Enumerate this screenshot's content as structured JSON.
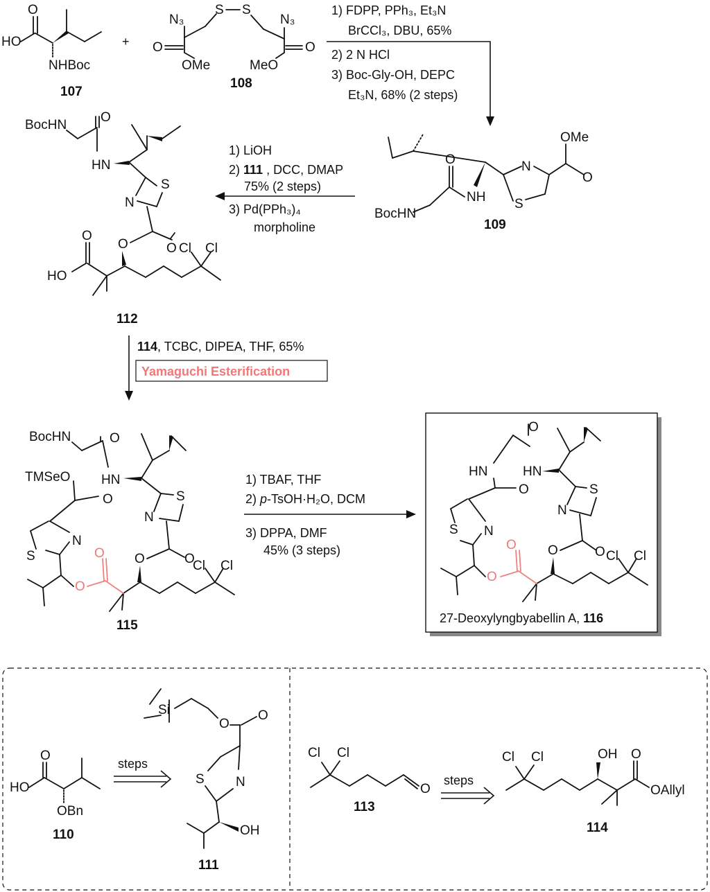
{
  "compounds": {
    "c107": "107",
    "c108": "108",
    "c109": "109",
    "c110": "110",
    "c111": "111",
    "c112": "112",
    "c113": "113",
    "c114": "114",
    "c115": "115",
    "c116": "116"
  },
  "plus": "+",
  "step1": {
    "l1": "1) FDPP, PPh₃, Et₃N",
    "l2": "BrCCl₃, DBU, 65%",
    "l3": "2) 2 N HCl",
    "l4": "3) Boc-Gly-OH, DEPC",
    "l5": "Et₃N, 68% (2 steps)"
  },
  "step2": {
    "l1": "1) LiOH",
    "l2_pre": "2) ",
    "l2_bold": "111",
    "l2_post": " , DCC, DMAP",
    "l3": "75% (2 steps)",
    "l4": "3) Pd(PPh₃)₄",
    "l5": "morpholine"
  },
  "step3": {
    "reagent_bold": "114",
    "reagent_rest": ", TCBC, DIPEA, THF, 65%",
    "name_label": "Yamaguchi Esterification",
    "name_color": "#f07878"
  },
  "step4": {
    "l1": "1) TBAF, THF",
    "l2_italic": "p",
    "l2_rest": "-TsOH·H₂O, DCM",
    "l2_pre": "2) ",
    "l3": "3) DPPA, DMF",
    "l4": "45% (3 steps)"
  },
  "product_caption": "27-Deoxylyngbyabellin A, ",
  "steps_label": "steps",
  "atoms": {
    "HO": "HO",
    "O": "O",
    "NHBoc": "NHBoc",
    "N3": "N₃",
    "S": "S",
    "OMe": "OMe",
    "MeO": "MeO",
    "BocHN": "BocHN",
    "HN": "HN",
    "NH": "NH",
    "N": "N",
    "HO_acid": "HO",
    "Cl": "Cl",
    "TMSeO": "TMSeO",
    "OBn": "OBn",
    "Si": "Si",
    "OH": "OH",
    "OAllyl": "OAllyl"
  },
  "colors": {
    "ink": "#111111",
    "highlight": "#f07878",
    "box_shadow": "#888888"
  }
}
